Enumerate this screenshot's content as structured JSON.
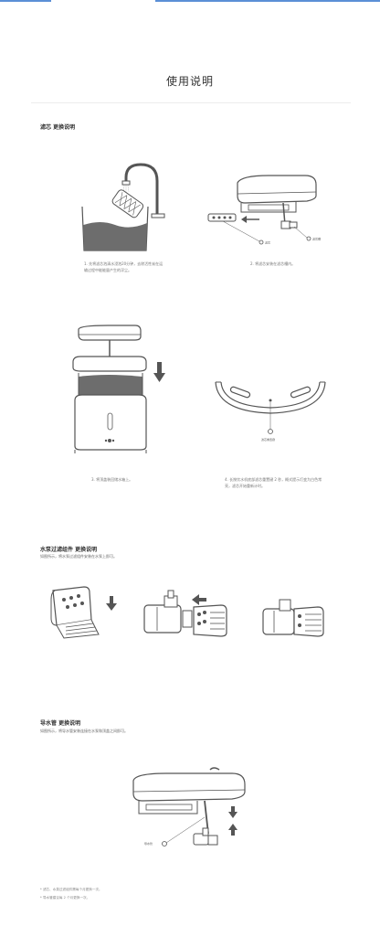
{
  "page": {
    "title": "使用说明"
  },
  "sections": {
    "filter": {
      "title": "滤芯 更换说明",
      "captions": [
        "1. 先将滤芯泡清水浸泡20分钟，去除活性炭在运输过程中能能量产生的浮尘。",
        "2. 将滤芯安装在滤芯槽内。",
        "3. 将顶盖装回储水箱上。",
        "4. 长按饮水机底部滤芯重置键 2 秒，概式提示灯变为白色常亮，滤芯开始重新计时。"
      ],
      "labels": {
        "filter": "滤芯",
        "filter_slot": "滤芯槽",
        "reset_button": "滤芯重置键"
      }
    },
    "pump": {
      "title": "水泵过滤组件 更换说明",
      "desc": "如图所示，将水泵过滤组件安装在水泵上即可。"
    },
    "pipe": {
      "title": "导水管 更换说明",
      "desc": "如图所示，将导水管安装连接在水泵和顶盖之间即可。",
      "labels": {
        "pipe": "导水管"
      }
    }
  },
  "footnotes": [
    "* 滤芯、水泵过滤组件需每个月更换一次。",
    "* 导水管建议每 2 个月更换一次。"
  ],
  "colors": {
    "accent": "#5b8fd6",
    "water": "#6d6d6d",
    "line": "#555555"
  }
}
